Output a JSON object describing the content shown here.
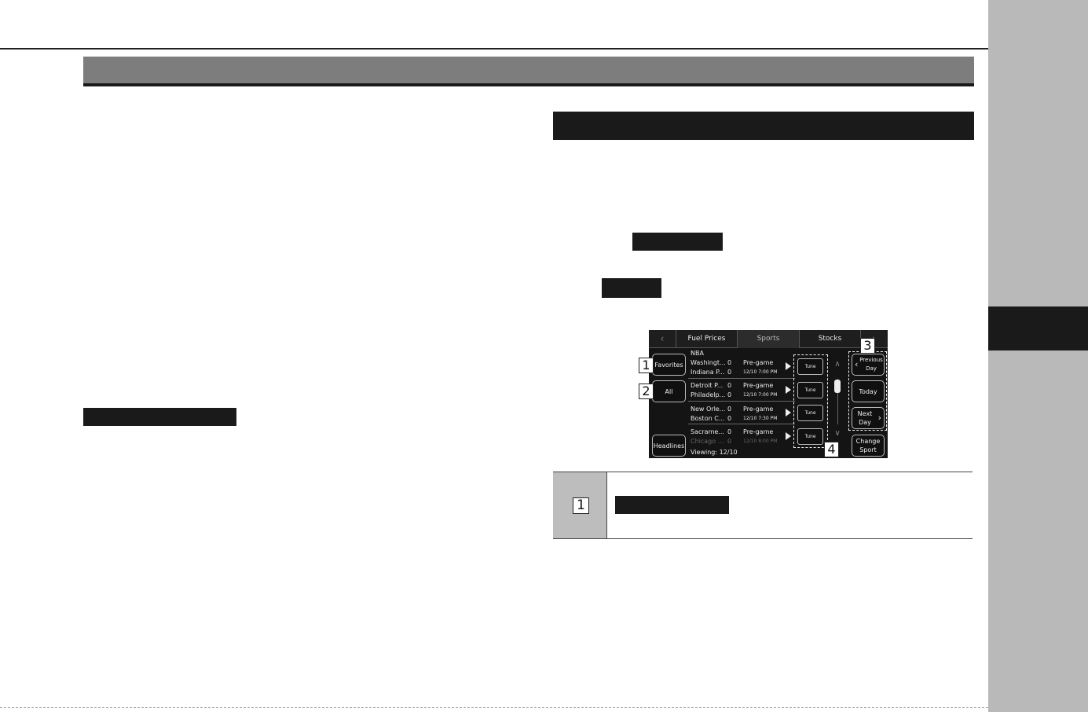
{
  "screen": {
    "tabs": [
      {
        "label": "Fuel Prices",
        "active": false
      },
      {
        "label": "Sports",
        "active": true
      },
      {
        "label": "Stocks",
        "active": false
      }
    ],
    "left_buttons": {
      "favorites": "Favorites",
      "all": "All",
      "headlines": "Headlines"
    },
    "league": "NBA",
    "games": [
      {
        "team1": "Washingt...",
        "score1": "0",
        "team2": "Indiana P...",
        "score2": "0",
        "status": "Pre-game",
        "time": "12/10 7:00 PM",
        "tune": "Tune"
      },
      {
        "team1": "Detroit P...",
        "score1": "0",
        "team2": "Philadelp...",
        "score2": "0",
        "status": "Pre-game",
        "time": "12/10 7:00 PM",
        "tune": "Tune"
      },
      {
        "team1": "New Orle...",
        "score1": "0",
        "team2": "Boston C...",
        "score2": "0",
        "status": "Pre-game",
        "time": "12/10 7:30 PM",
        "tune": "Tune"
      },
      {
        "team1": "Sacrame...",
        "score1": "0",
        "team2": "Chicago ...",
        "score2": "0",
        "status": "Pre-game",
        "time": "12/10 8:00 PM",
        "tune": "Tune"
      }
    ],
    "viewing": "Viewing: 12/10",
    "right_buttons": {
      "previous_day": [
        "Previous",
        "Day"
      ],
      "today": "Today",
      "next_day": [
        "Next",
        "Day"
      ],
      "change_sport": [
        "Change",
        "Sport"
      ]
    },
    "callouts": [
      "1",
      "2",
      "3",
      "4"
    ]
  },
  "table": {
    "row_number": "1"
  }
}
